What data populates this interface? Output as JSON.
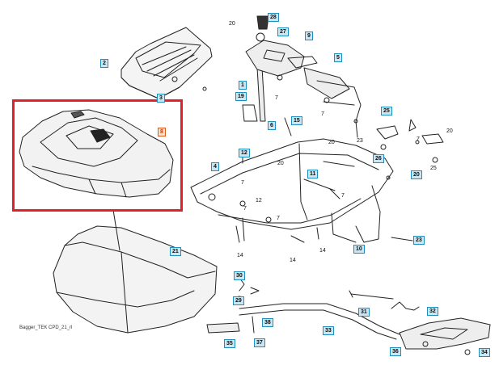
{
  "caption": "Bagger_TEK CPD_21_rl",
  "highlight_color": "#e0202a",
  "callouts": [
    {
      "id": "c28",
      "text": "28",
      "boxed": true
    },
    {
      "id": "c27",
      "text": "27",
      "boxed": true
    },
    {
      "id": "c20a",
      "text": "20",
      "boxed": false
    },
    {
      "id": "c9",
      "text": "9",
      "boxed": true
    },
    {
      "id": "c2",
      "text": "2",
      "boxed": true
    },
    {
      "id": "c5",
      "text": "5",
      "boxed": true
    },
    {
      "id": "c1",
      "text": "1",
      "boxed": true
    },
    {
      "id": "c3",
      "text": "3",
      "boxed": true
    },
    {
      "id": "c19",
      "text": "19",
      "boxed": true
    },
    {
      "id": "c6",
      "text": "6",
      "boxed": true
    },
    {
      "id": "c7a",
      "text": "7",
      "boxed": false
    },
    {
      "id": "c15",
      "text": "15",
      "boxed": true
    },
    {
      "id": "c7b",
      "text": "7",
      "boxed": false
    },
    {
      "id": "c20b",
      "text": "20",
      "boxed": false
    },
    {
      "id": "c23a",
      "text": "23",
      "boxed": false
    },
    {
      "id": "c25a",
      "text": "25",
      "boxed": true
    },
    {
      "id": "c20c",
      "text": "20",
      "boxed": false
    },
    {
      "id": "c7c",
      "text": "7",
      "boxed": false
    },
    {
      "id": "c26",
      "text": "26",
      "boxed": true
    },
    {
      "id": "c25b",
      "text": "25",
      "boxed": false
    },
    {
      "id": "c8",
      "text": "8",
      "boxed": true
    },
    {
      "id": "c12a",
      "text": "12",
      "boxed": true
    },
    {
      "id": "c4",
      "text": "4",
      "boxed": true
    },
    {
      "id": "c20d",
      "text": "20",
      "boxed": false
    },
    {
      "id": "c11",
      "text": "11",
      "boxed": true
    },
    {
      "id": "c20e",
      "text": "20",
      "boxed": true
    },
    {
      "id": "c7d",
      "text": "7",
      "boxed": false
    },
    {
      "id": "c7e",
      "text": "7",
      "boxed": false
    },
    {
      "id": "c12b",
      "text": "12",
      "boxed": false
    },
    {
      "id": "c7f",
      "text": "7",
      "boxed": false
    },
    {
      "id": "c7g",
      "text": "7",
      "boxed": false
    },
    {
      "id": "c23b",
      "text": "23",
      "boxed": true
    },
    {
      "id": "c14a",
      "text": "14",
      "boxed": false
    },
    {
      "id": "c14b",
      "text": "14",
      "boxed": false
    },
    {
      "id": "c14c",
      "text": "14",
      "boxed": false
    },
    {
      "id": "c10",
      "text": "10",
      "boxed": true
    },
    {
      "id": "c21",
      "text": "21",
      "boxed": true
    },
    {
      "id": "c30",
      "text": "30",
      "boxed": true
    },
    {
      "id": "c29",
      "text": "29",
      "boxed": true
    },
    {
      "id": "c38",
      "text": "38",
      "boxed": true
    },
    {
      "id": "c31",
      "text": "31",
      "boxed": true
    },
    {
      "id": "c32",
      "text": "32",
      "boxed": true
    },
    {
      "id": "c33",
      "text": "33",
      "boxed": true
    },
    {
      "id": "c35",
      "text": "35",
      "boxed": true
    },
    {
      "id": "c37",
      "text": "37",
      "boxed": true
    },
    {
      "id": "c36",
      "text": "36",
      "boxed": true
    },
    {
      "id": "c34",
      "text": "34",
      "boxed": true
    }
  ]
}
